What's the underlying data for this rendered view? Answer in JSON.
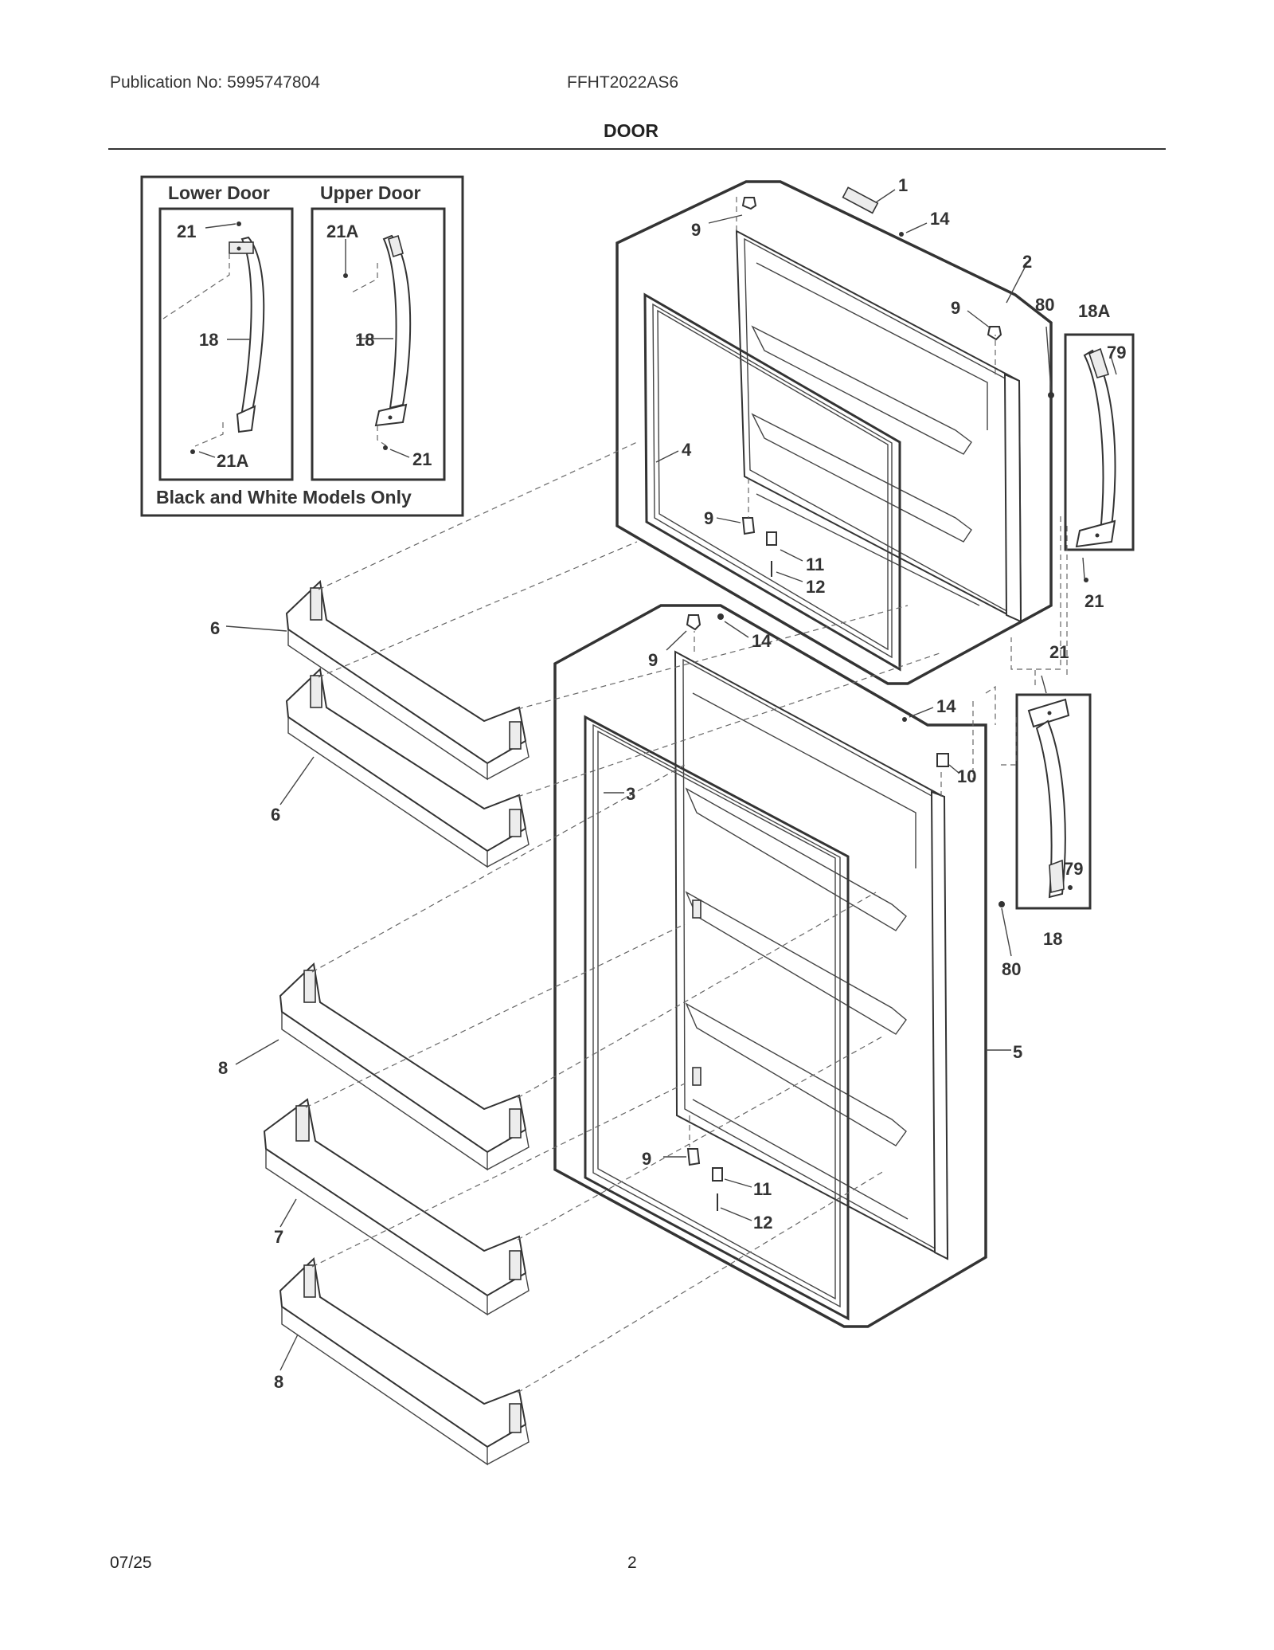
{
  "header": {
    "publication": "Publication No: 5995747804",
    "model": "FFHT2022AS6",
    "section_title": "DOOR"
  },
  "footer": {
    "date": "07/25",
    "page": "2"
  },
  "inset": {
    "lower_door_label": "Lower Door",
    "upper_door_label": "Upper Door",
    "note": "Black and White Models Only",
    "callouts": [
      "21",
      "18",
      "21A",
      "21A",
      "18",
      "21"
    ]
  },
  "callouts": [
    "1",
    "14",
    "9",
    "2",
    "9",
    "80",
    "18A",
    "79",
    "4",
    "9",
    "11",
    "12",
    "21",
    "6",
    "9",
    "14",
    "21",
    "14",
    "10",
    "3",
    "6",
    "79",
    "18",
    "80",
    "5",
    "8",
    "9",
    "11",
    "12",
    "7",
    "8"
  ]
}
